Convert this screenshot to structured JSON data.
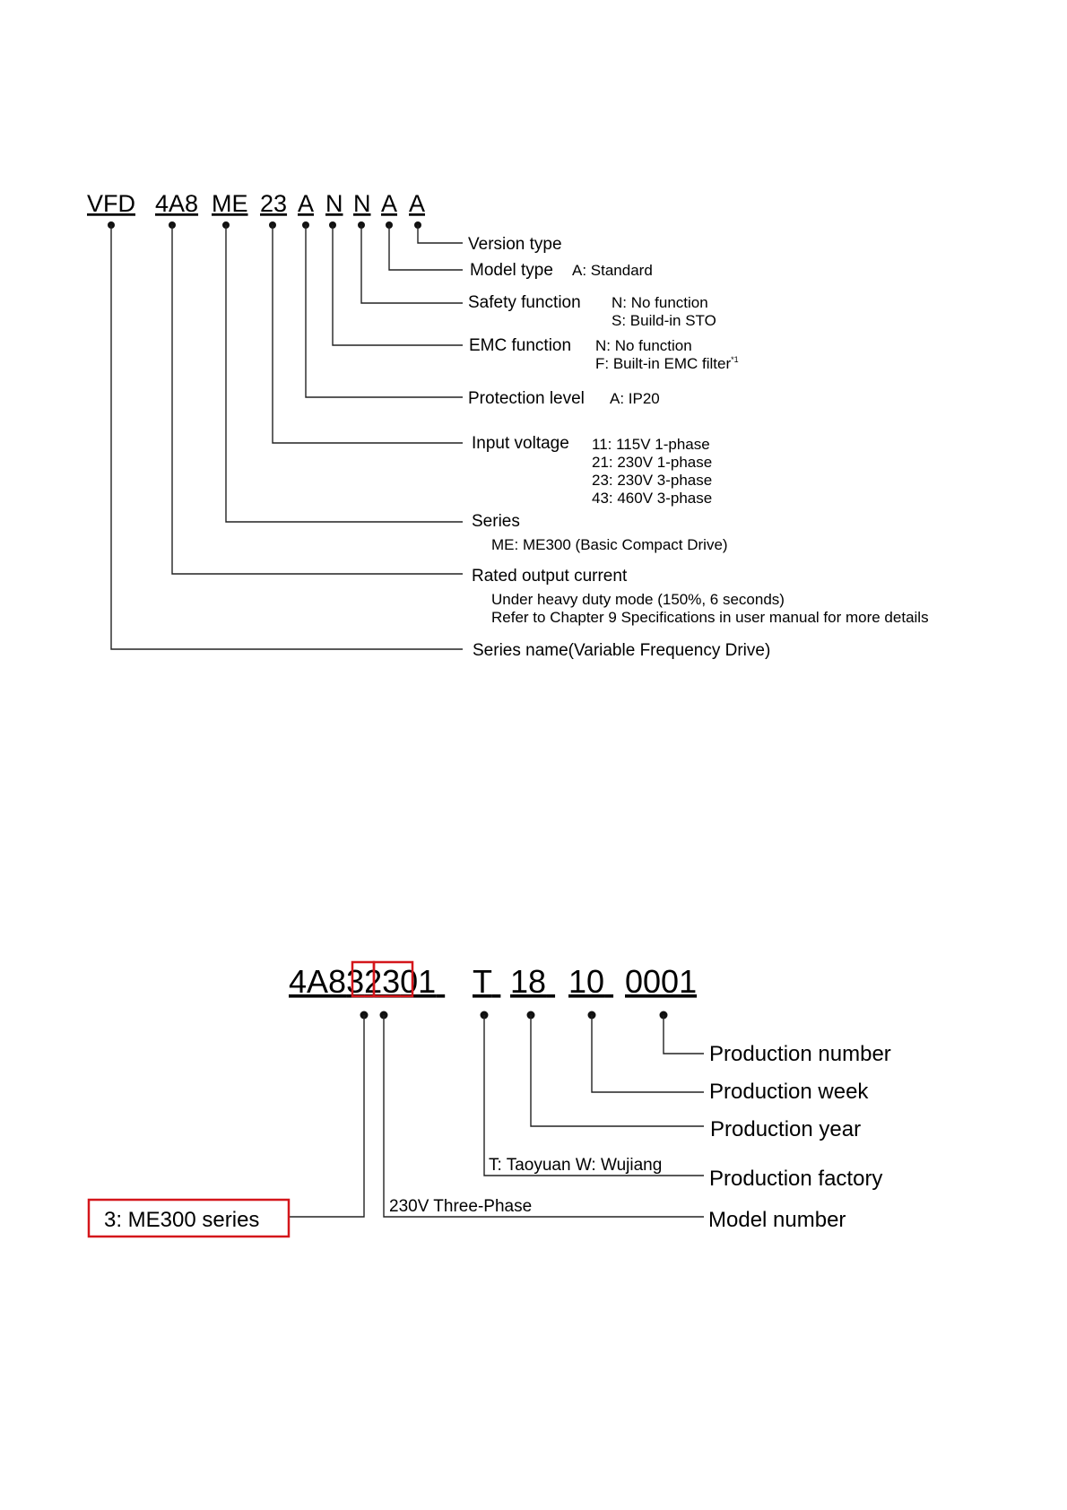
{
  "model_code": {
    "segments": [
      {
        "text": "VFD"
      },
      {
        "text": "4A8"
      },
      {
        "text": "ME"
      },
      {
        "text": "23"
      },
      {
        "text": "A"
      },
      {
        "text": "N"
      },
      {
        "text": "N"
      },
      {
        "text": "A"
      },
      {
        "text": "A"
      }
    ],
    "fields": [
      {
        "label": "Version type",
        "options": []
      },
      {
        "label": "Model type",
        "options": [
          "A: Standard"
        ]
      },
      {
        "label": "Safety function",
        "options": [
          "N: No function",
          "S: Build-in STO"
        ]
      },
      {
        "label": "EMC function",
        "options": [
          "N: No function",
          "F: Built-in EMC filter"
        ],
        "footnote": "*1"
      },
      {
        "label": "Protection level",
        "options": [
          "A: IP20"
        ]
      },
      {
        "label": "Input voltage",
        "options": [
          "11: 115V 1-phase",
          "21: 230V 1-phase",
          "23: 230V 3-phase",
          "43: 460V 3-phase"
        ]
      },
      {
        "label": "Series",
        "options": [
          "ME: ME300 (Basic Compact  Drive)"
        ]
      },
      {
        "label": "Rated output current",
        "options": [
          "Under heavy duty mode (150%, 6 seconds)",
          "Refer to Chapter 9 Specifications in user manual for more details"
        ]
      },
      {
        "label": "Series name(Variable Frequency Drive)",
        "options": []
      }
    ]
  },
  "serial_code": {
    "segments": [
      "4A8",
      "3",
      "23",
      "01",
      "T",
      "18",
      "10",
      "0001"
    ],
    "fields": [
      {
        "label": "Production number"
      },
      {
        "label": "Production week"
      },
      {
        "label": "Production year"
      },
      {
        "label": "Production factory",
        "note": "T: Taoyuan  W: Wujiang"
      },
      {
        "label": "Model number",
        "note": "230V Three-Phase"
      }
    ],
    "series_callout": "3: ME300 series",
    "highlight_color": "#d4161b"
  }
}
